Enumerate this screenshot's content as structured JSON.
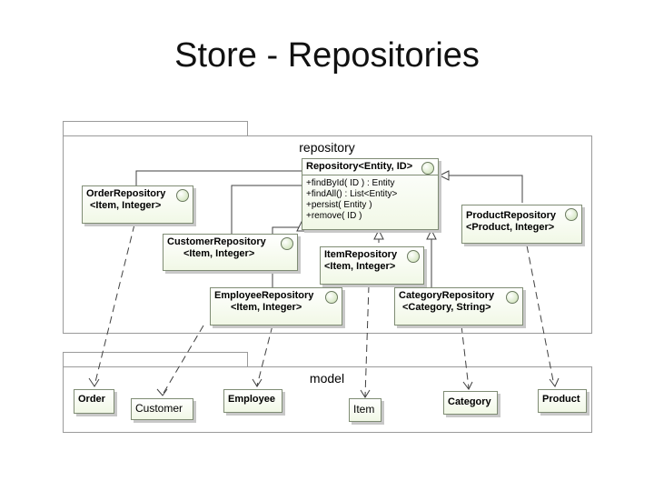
{
  "title": "Store - Repositories",
  "packages": {
    "repository": "repository",
    "model": "model"
  },
  "repository_class": {
    "name": "Repository<Entity, ID>",
    "operations": [
      "+findById( ID ) : Entity",
      "+findAll() : List<Entity>",
      "+persist( Entity )",
      "+remove( ID )"
    ]
  },
  "order_repository": {
    "name": "OrderRepository",
    "params": "<Item, Integer>"
  },
  "customer_repository": {
    "name": "CustomerRepository",
    "params": "<Item, Integer>"
  },
  "item_repository": {
    "name": "ItemRepository",
    "params": "<Item, Integer>"
  },
  "employee_repository": {
    "name": "EmployeeRepository",
    "params": "<Item, Integer>"
  },
  "category_repository": {
    "name": "CategoryRepository",
    "params": "<Category, String>"
  },
  "product_repository": {
    "name": "ProductRepository",
    "params": "<Product, Integer>"
  },
  "model_classes": {
    "order": "Order",
    "customer": "Customer",
    "employee": "Employee",
    "item": "Item",
    "category": "Category",
    "product": "Product"
  },
  "colors": {
    "class_fill": "#f1f8e6",
    "class_border": "#7f8c74",
    "package_border": "#9a9a9a"
  }
}
